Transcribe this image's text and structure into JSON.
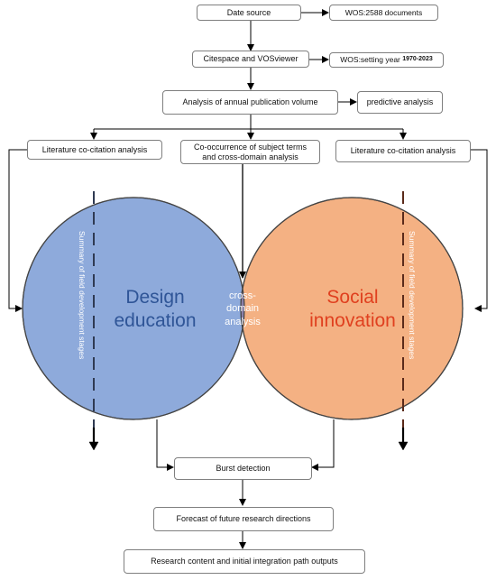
{
  "nodes": {
    "data_source": "Date source",
    "wos_docs": "WOS:2588 documents",
    "tools": "Citespace and VOSviewer",
    "wos_setting_label": "WOS:setting year",
    "wos_setting_years": "1970-2023",
    "annual_volume": "Analysis of annual publication volume",
    "predictive": "predictive analysis",
    "cocitation_left": "Literature co-citation analysis",
    "cooccurrence_line1": "Co-occurrence of subject terms",
    "cooccurrence_line2": "and cross-domain analysis",
    "cocitation_right": "Literature co-citation analysis",
    "burst": "Burst detection",
    "forecast": "Forecast of future research directions",
    "outputs": "Research content and initial integration path outputs"
  },
  "venn": {
    "left_line1": "Design",
    "left_line2": "education",
    "right_line1": "Social",
    "right_line2": "innovation",
    "overlap_line1": "cross-",
    "overlap_line2": "domain",
    "overlap_line3": "analysis",
    "side_label": "Summary of field development stages"
  },
  "colors": {
    "left_circle": "#8eaadb",
    "right_circle": "#f4b183",
    "overlap": "#8a80a8",
    "left_title": "#2f5597",
    "right_title": "#e0401f"
  }
}
